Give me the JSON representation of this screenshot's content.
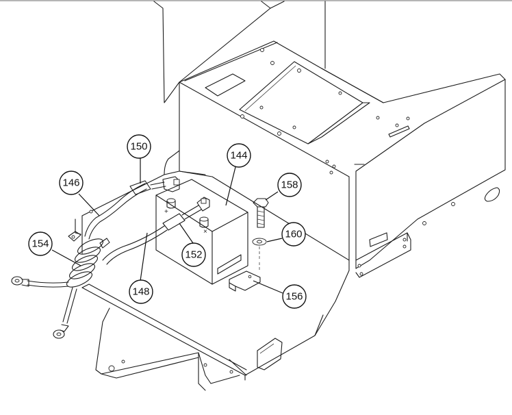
{
  "callouts": [
    {
      "id": "c144",
      "label": "144"
    },
    {
      "id": "c146",
      "label": "146"
    },
    {
      "id": "c148",
      "label": "148"
    },
    {
      "id": "c150",
      "label": "150"
    },
    {
      "id": "c152",
      "label": "152"
    },
    {
      "id": "c154",
      "label": "154"
    },
    {
      "id": "c156",
      "label": "156"
    },
    {
      "id": "c158",
      "label": "158"
    },
    {
      "id": "c160",
      "label": "160"
    }
  ]
}
